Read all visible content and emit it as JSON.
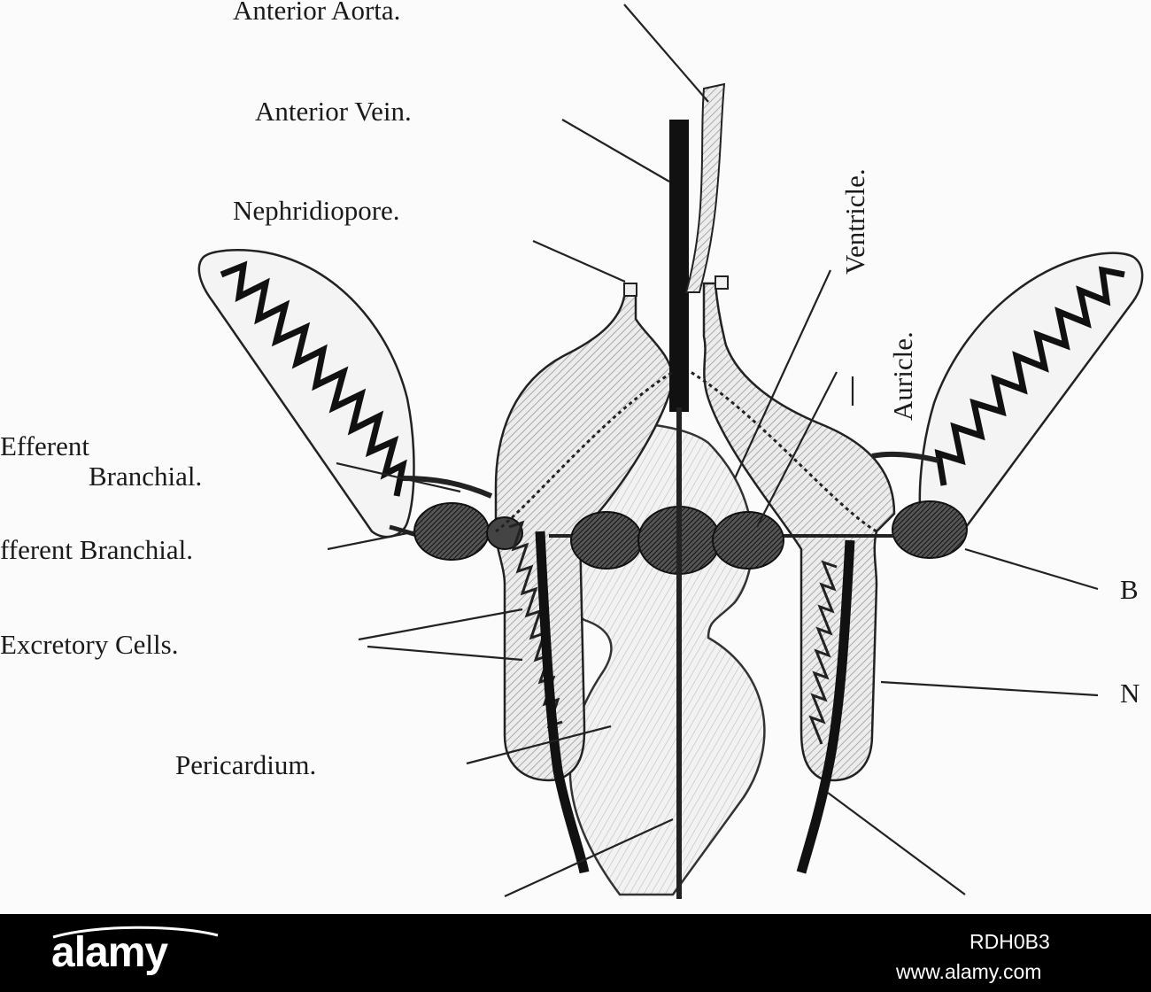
{
  "labels": {
    "anterior_aorta": "Anterior Aorta.",
    "anterior_vein": "Anterior Vein.",
    "nephridiopore": "Nephridiopore.",
    "ventricle": "Ventricle.",
    "auricle": "Auricle.",
    "efferent_branchial_line1": "Efferent",
    "efferent_branchial_line2": "Branchial.",
    "afferent_branchial": "fferent Branchial.",
    "excretory_cells": "Excretory Cells.",
    "pericardium": "Pericardium.",
    "right_b": "B",
    "right_n": "N"
  },
  "watermark": {
    "brand": "alamy",
    "image_id": "RDH0B3",
    "site": "www.alamy.com"
  },
  "colors": {
    "ink": "#1a1a1a",
    "footer_background": "#000000",
    "footer_text": "#ffffff"
  }
}
